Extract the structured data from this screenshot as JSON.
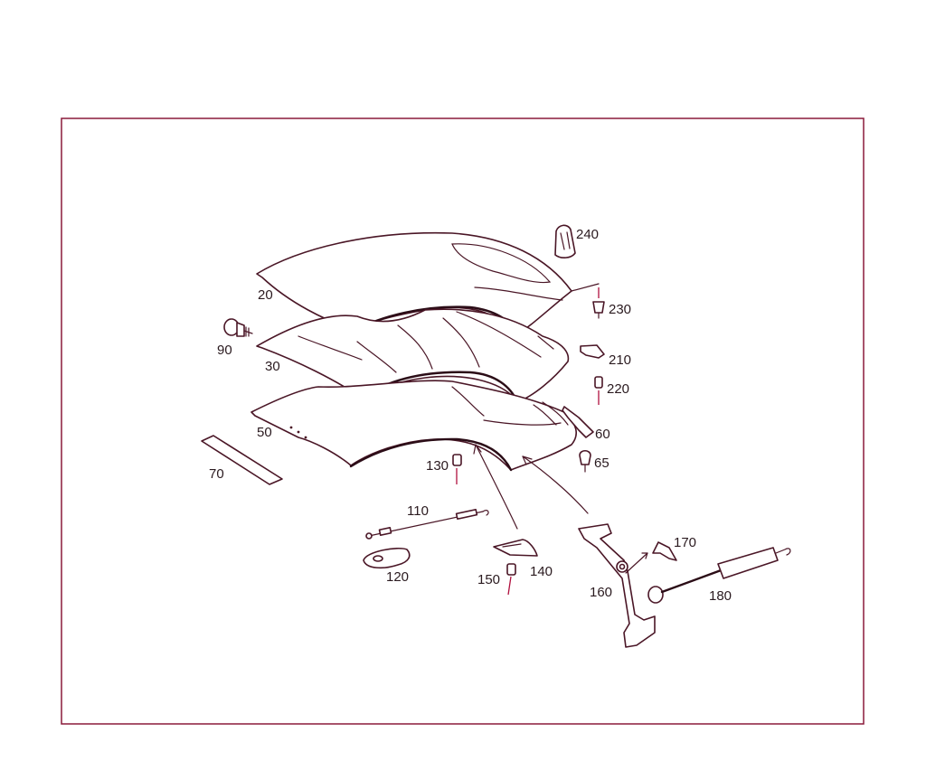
{
  "diagram": {
    "border_color": "#8a1a3a",
    "stroke_color": "#4a1626",
    "leader_color": "#b0103e",
    "callouts": {
      "p20": "20",
      "p30": "30",
      "p50": "50",
      "p60": "60",
      "p65": "65",
      "p70": "70",
      "p90": "90",
      "p110": "110",
      "p120": "120",
      "p130": "130",
      "p140": "140",
      "p150": "150",
      "p160": "160",
      "p170": "170",
      "p180": "180",
      "p210": "210",
      "p220": "220",
      "p230": "230",
      "p240": "240"
    }
  }
}
